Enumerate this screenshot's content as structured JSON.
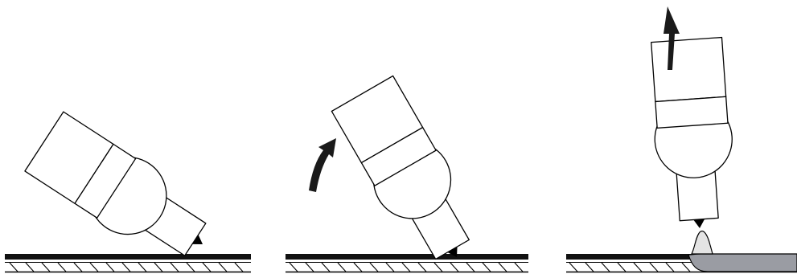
{
  "diagram": {
    "panels": [
      {
        "id": "panel-1",
        "tool_tilt_deg": -57,
        "motion": "none",
        "surface": "plain"
      },
      {
        "id": "panel-2",
        "tool_tilt_deg": -30,
        "motion": "rotating-upright",
        "surface": "plain"
      },
      {
        "id": "panel-3",
        "tool_tilt_deg": -4,
        "motion": "lifting",
        "surface": "with-deposited-layer"
      }
    ],
    "colors": {
      "line": "#000000",
      "fill": "#ffffff",
      "arrow": "#1a1a1a",
      "deposit": "#9a9ca3",
      "droplet": "#e4e4e4"
    },
    "icons": {
      "rotate_arrow": "curved-arrow-icon",
      "lift_arrow": "up-arrow-icon"
    }
  }
}
